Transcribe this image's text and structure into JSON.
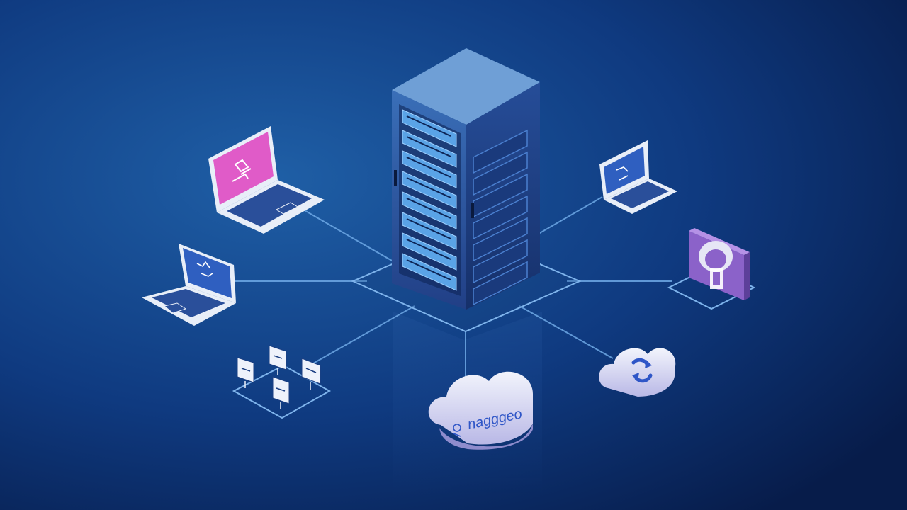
{
  "scene": {
    "kind": "isometric network illustration",
    "colors": {
      "background_center": "#1f5fa6",
      "background_edge": "#071c4a",
      "connector_line": "#6fa9e6",
      "server_top": "#6f9fd6",
      "server_front": "#2e5fa8",
      "server_side": "#1c3f82",
      "drive_bay": "#5aa3e6",
      "laptop_body": "#e8eef8",
      "screen_blue": "#2f5fc0",
      "screen_magenta": "#e05bc8",
      "cloud_white": "#eef2fb",
      "cloud_lavender": "#c9c6ee",
      "badge_purple": "#8b62c9",
      "accent_blue": "#2f56c7"
    }
  },
  "nodes": [
    {
      "id": "server-rack",
      "icon": "server-rack-icon"
    },
    {
      "id": "laptop-magenta",
      "icon": "laptop-icon",
      "screen": "screen_magenta"
    },
    {
      "id": "laptop-left",
      "icon": "laptop-icon",
      "screen": "screen_blue"
    },
    {
      "id": "laptop-right",
      "icon": "laptop-icon",
      "screen": "screen_blue"
    },
    {
      "id": "document-cluster",
      "icon": "document-icon"
    },
    {
      "id": "cloud-center",
      "icon": "cloud-icon"
    },
    {
      "id": "cloud-sync",
      "icon": "cloud-sync-icon"
    },
    {
      "id": "purple-device",
      "icon": "device-badge-icon"
    }
  ],
  "cloud_center_label": "nagggeo"
}
